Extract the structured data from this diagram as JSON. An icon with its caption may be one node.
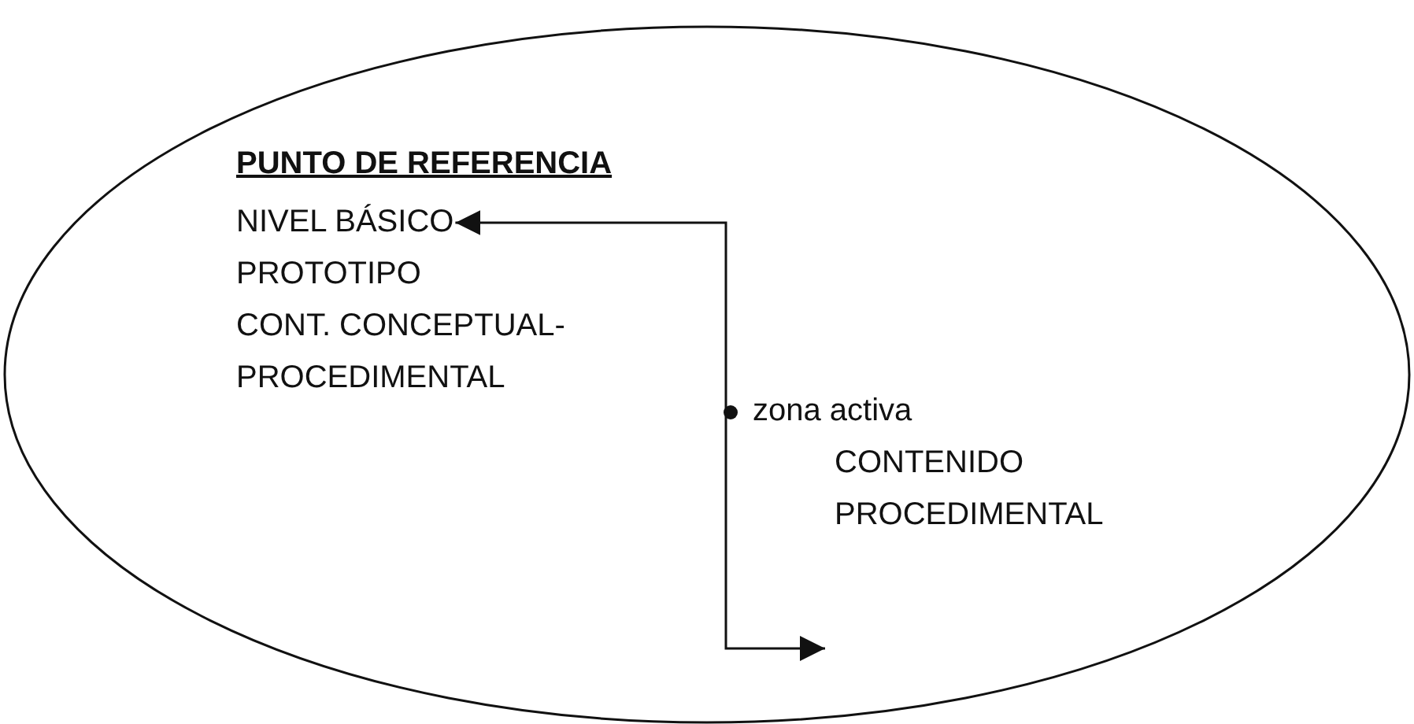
{
  "diagram": {
    "nodes": [
      {
        "text": [
          "PUNTO DE REFERENCIA"
        ]
      },
      {
        "text": [
          "NIVEL BÁSICO"
        ],
        "in": 0
      }
    ],
    "edges": [
      {
        "from": null,
        "to": 1,
        "arrow": "both"
      }
    ],
    "labels": [
      "PROTOTIPO",
      "CONT. CONCEPTUAL- PROCEDIMENTAL",
      "zona activa",
      "CONTENIDO PROCEDIMENTAL"
    ]
  }
}
